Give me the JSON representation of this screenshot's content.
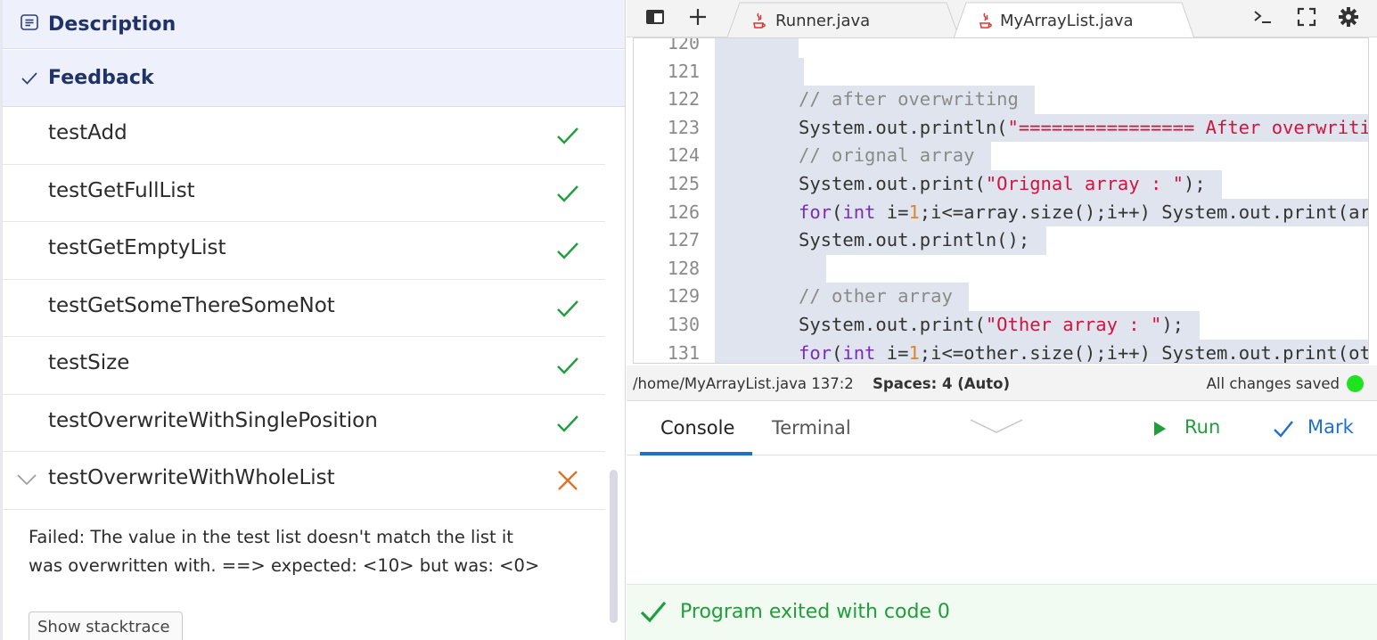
{
  "sections": {
    "description": "Description",
    "feedback": "Feedback"
  },
  "tests": [
    {
      "name": "testAdd",
      "status": "pass"
    },
    {
      "name": "testGetFullList",
      "status": "pass"
    },
    {
      "name": "testGetEmptyList",
      "status": "pass"
    },
    {
      "name": "testGetSomeThereSomeNot",
      "status": "pass"
    },
    {
      "name": "testSize",
      "status": "pass"
    },
    {
      "name": "testOverwriteWithSinglePosition",
      "status": "pass"
    },
    {
      "name": "testOverwriteWithWholeList",
      "status": "fail"
    }
  ],
  "failure": {
    "line1": "Failed: The value in the test list doesn't match the list it",
    "line2": "was overwritten with. ==> expected: <10> but was: <0>",
    "stacktrace_button": "Show stacktrace"
  },
  "editor": {
    "tabs": [
      "Runner.java",
      "MyArrayList.java"
    ],
    "active_tab": "MyArrayList.java",
    "line_numbers": [
      "120",
      "121",
      "122",
      "123",
      "124",
      "125",
      "126",
      "127",
      "128",
      "129",
      "130",
      "131"
    ]
  },
  "status": {
    "path": "/home/MyArrayList.java",
    "cursor": "137:2",
    "spaces": "Spaces: 4 (Auto)",
    "saved": "All changes saved"
  },
  "console": {
    "tabs": [
      "Console",
      "Terminal"
    ],
    "run": "Run",
    "mark": "Mark",
    "exit": "Program exited with code 0"
  },
  "colors": {
    "pass": "#1f9e3b",
    "fail": "#e0742b",
    "accent": "#1f6fd1",
    "saved_dot": "#1ee31e"
  }
}
